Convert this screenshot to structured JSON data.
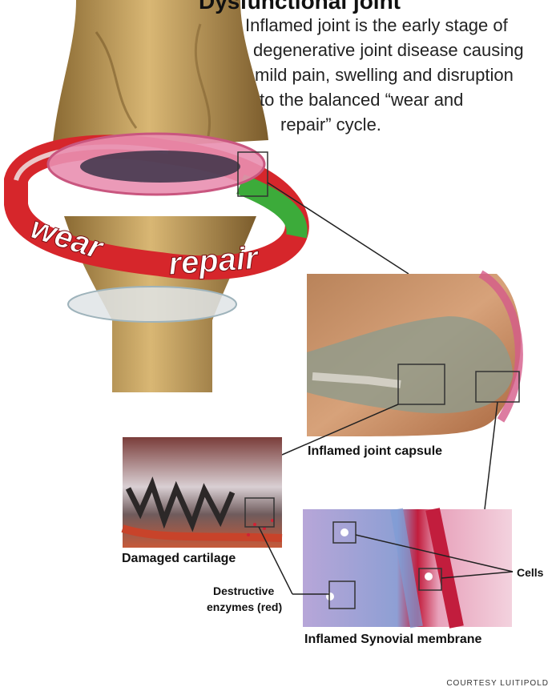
{
  "title": "Dysfunctional joint",
  "intro": [
    "Inflamed joint is the early stage of",
    "degenerative joint disease causing",
    "mild pain, swelling and disruption",
    "to the balanced “wear and",
    "repair” cycle."
  ],
  "ring_labels": {
    "wear": "wear",
    "repair": "repair"
  },
  "captions": {
    "capsule": "Inflamed joint capsule",
    "cartilage": "Damaged cartilage",
    "synovial": "Inflamed Synovial membrane",
    "cells": "Cells",
    "enzymes_line1": "Destructive",
    "enzymes_line2": "enzymes (red)"
  },
  "credit": "COURTESY LUITIPOLD",
  "colors": {
    "ring_red": "#d6262b",
    "ring_green": "#3cab3a",
    "bone": "#c9a15e",
    "capsule_pink": "#e98fb0"
  }
}
